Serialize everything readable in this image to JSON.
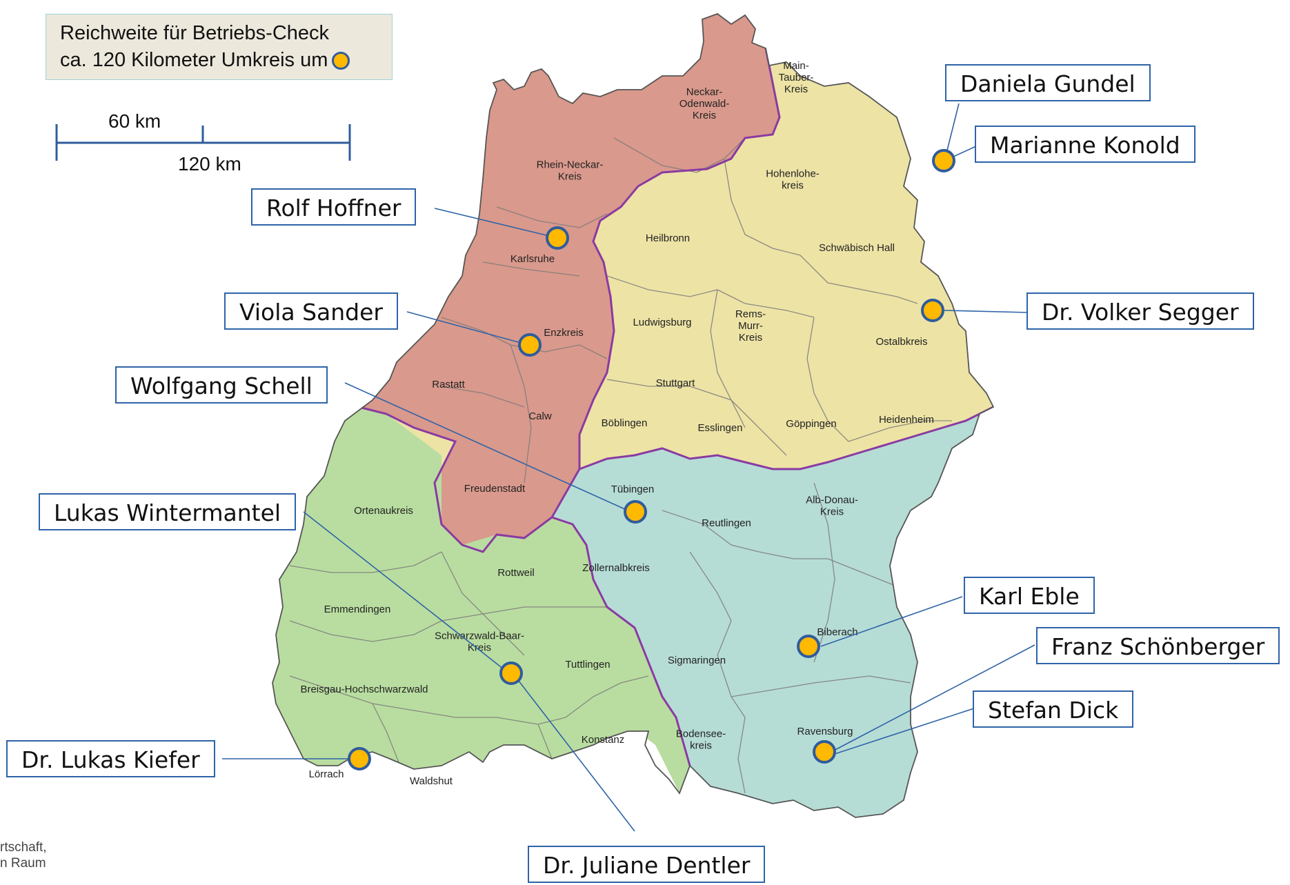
{
  "legend": {
    "line1": "Reichweite für Betriebs-Check",
    "line2": "ca. 120 Kilometer Umkreis um"
  },
  "scale": {
    "label_60": "60 km",
    "label_120": "120 km"
  },
  "footer": {
    "line1": "rtschaft,",
    "line2": "n Raum"
  },
  "colors": {
    "north_region": "#d9998c",
    "east_region": "#ede3a5",
    "south_west_region": "#b9dda0",
    "south_east_region": "#b6dcd6",
    "region_border": "#8a3aa2",
    "district_border": "#7b7b7b",
    "marker_fill": "#ffb900",
    "marker_stroke": "#2f5c9c",
    "box_border": "#2e63a8",
    "leader_line": "#2e63a8"
  },
  "districts": {
    "main_tauber": "Main-\nTauber-\nKreis",
    "neckar_odenwald": "Neckar-\nOdenwald-\nKreis",
    "rhein_neckar": "Rhein-Neckar-\nKreis",
    "hohenlohe": "Hohenlohe-\nkreis",
    "heilbronn": "Heilbronn",
    "schwaebisch_hall": "Schwäbisch Hall",
    "karlsruhe": "Karlsruhe",
    "enzkreis": "Enzkreis",
    "ludwigsburg": "Ludwigsburg",
    "rems_murr": "Rems-\nMurr-\nKreis",
    "ostalbkreis": "Ostalbkreis",
    "rastatt": "Rastatt",
    "stuttgart": "Stuttgart",
    "calw": "Calw",
    "boeblingen": "Böblingen",
    "esslingen": "Esslingen",
    "goeppingen": "Göppingen",
    "heidenheim": "Heidenheim",
    "freudenstadt": "Freudenstadt",
    "tuebingen": "Tübingen",
    "ortenaukreis": "Ortenaukreis",
    "reutlingen": "Reutlingen",
    "alb_donau": "Alb-Donau-\nKreis",
    "zollernalbkreis": "Zollernalbkreis",
    "rottweil": "Rottweil",
    "emmendingen": "Emmendingen",
    "schwarzwald_baar": "Schwarzwald-Baar-\nKreis",
    "biberach": "Biberach",
    "tuttlingen": "Tuttlingen",
    "sigmaringen": "Sigmaringen",
    "breisgau": "Breisgau-Hochschwarzwald",
    "ravensburg": "Ravensburg",
    "konstanz": "Konstanz",
    "bodensee": "Bodensee-\nkreis",
    "loerrach": "Lörrach",
    "waldshut": "Waldshut"
  },
  "consultants": {
    "gundel": "Daniela Gundel",
    "konold": "Marianne Konold",
    "hoffner": "Rolf Hoffner",
    "segger": "Dr. Volker Segger",
    "sander": "Viola Sander",
    "schell": "Wolfgang Schell",
    "wintermantel": "Lukas Wintermantel",
    "eble": "Karl Eble",
    "schoenberger": "Franz Schönberger",
    "dick": "Stefan Dick",
    "kiefer": "Dr. Lukas Kiefer",
    "dentler": "Dr. Juliane Dentler"
  }
}
